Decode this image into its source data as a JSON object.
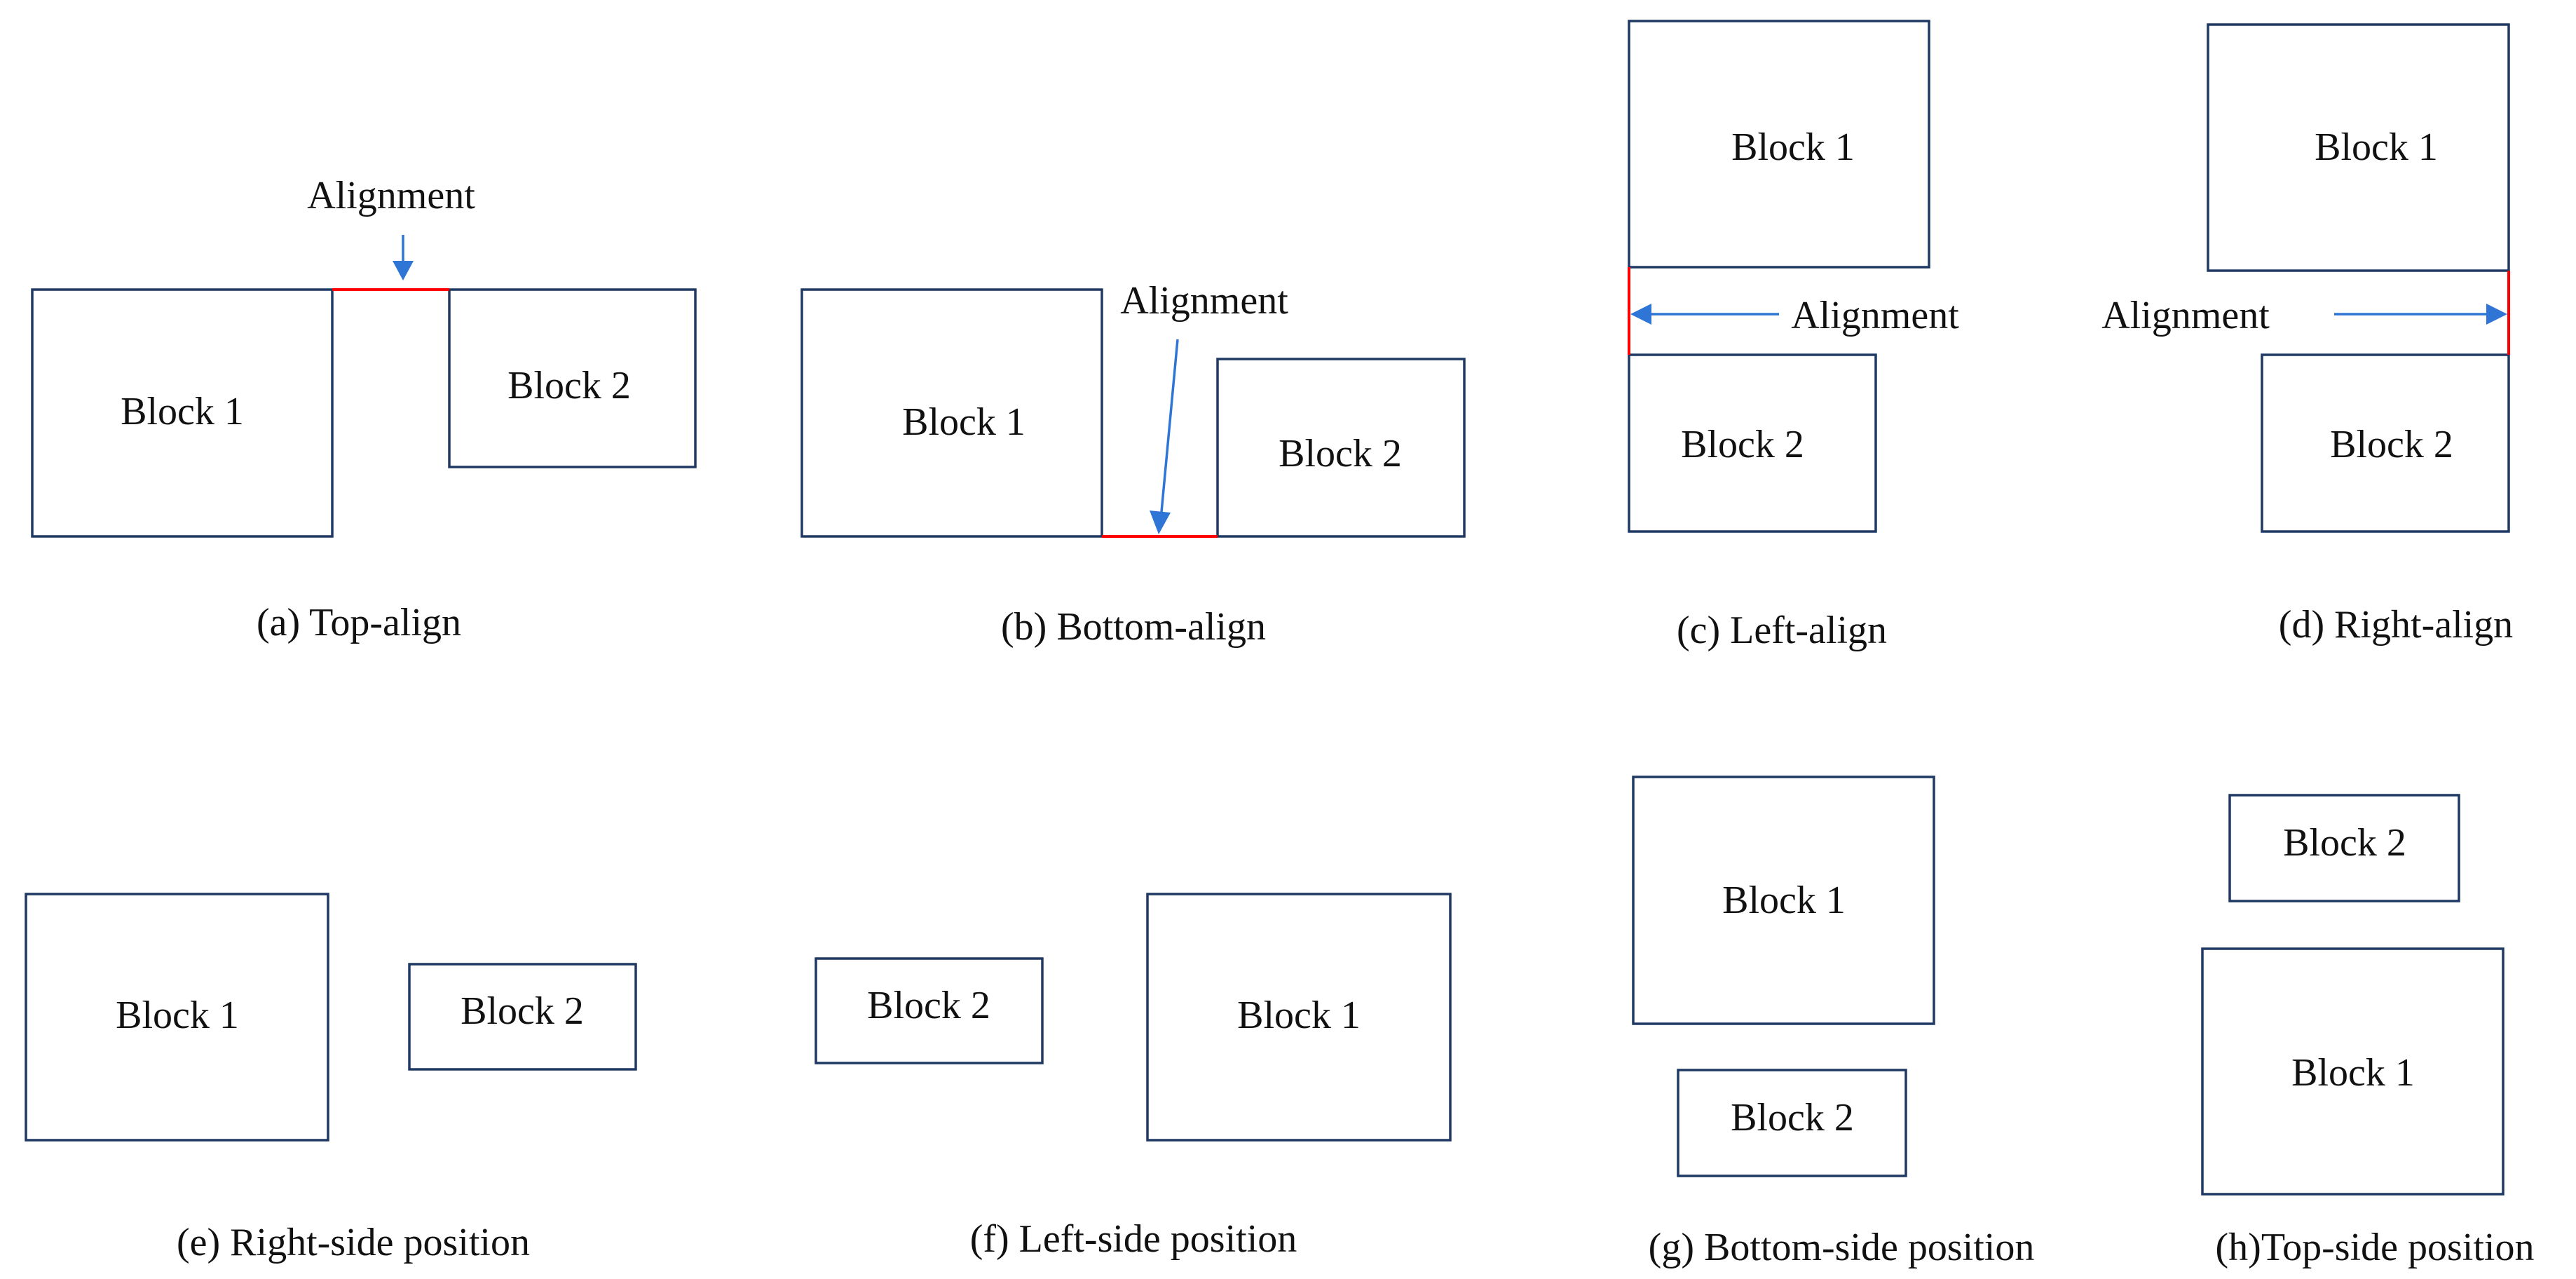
{
  "colors": {
    "block_border": "#1f3864",
    "alignment_line": "#ff0000",
    "arrow": "#2e75d6",
    "text": "#111111"
  },
  "block1_label": "Block 1",
  "block2_label": "Block 2",
  "alignment_label": "Alignment",
  "captions": {
    "a": "(a) Top-align",
    "b": "(b) Bottom-align",
    "c": "(c) Left-align",
    "d": "(d) Right-align",
    "e": "(e) Right-side position",
    "f": "(f) Left-side position",
    "g": "(g) Bottom-side position",
    "h": "(h)Top-side position"
  }
}
